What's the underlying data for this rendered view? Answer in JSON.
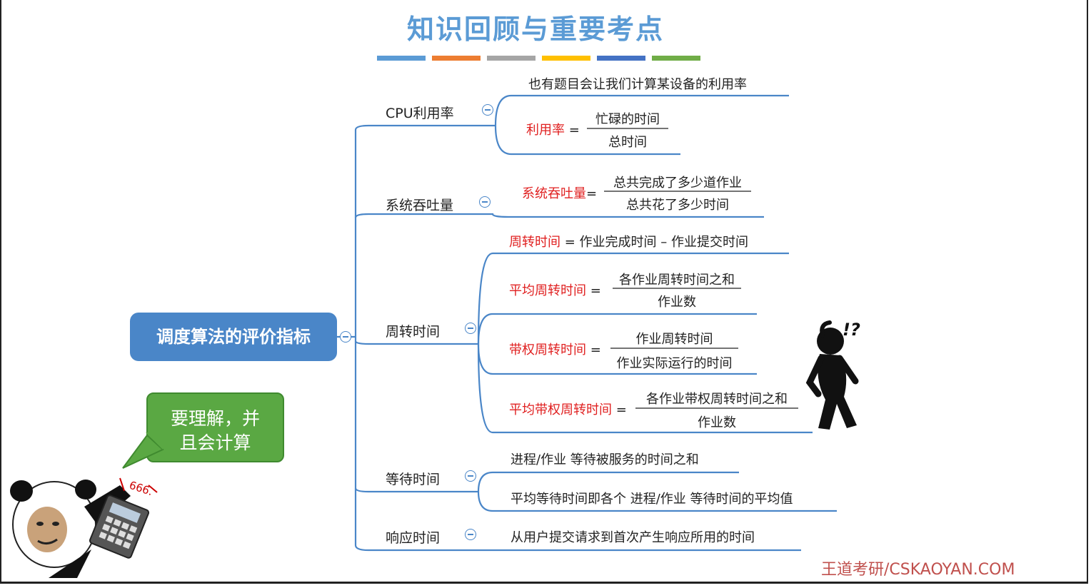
{
  "title": "知识回顾与重要考点",
  "title_bar_colors": [
    "#5b9bd5",
    "#ed7d31",
    "#a5a5a5",
    "#ffc000",
    "#4472c4",
    "#70ad47"
  ],
  "root": "调度算法的评价指标",
  "branches": {
    "cpu": {
      "label": "CPU利用率",
      "note": "也有题目会让我们计算某设备的利用率",
      "formula_label": "利用率",
      "formula_eq": " =",
      "numerator": "忙碌的时间",
      "denominator": "总时间"
    },
    "throughput": {
      "label": "系统吞吐量",
      "formula_label": "系统吞吐量",
      "formula_eq": "=",
      "numerator": "总共完成了多少道作业",
      "denominator": "总共花了多少时间"
    },
    "turnaround": {
      "label": "周转时间",
      "item1_label": "周转时间",
      "item1_rest": " = 作业完成时间 – 作业提交时间",
      "item2_label": "平均周转时间",
      "item2_eq": " =",
      "item2_num": "各作业周转时间之和",
      "item2_den": "作业数",
      "item3_label": "带权周转时间",
      "item3_eq": " =",
      "item3_num": "作业周转时间",
      "item3_den": "作业实际运行的时间",
      "item4_label": "平均带权周转时间",
      "item4_eq": " =",
      "item4_num": "各作业带权周转时间之和",
      "item4_den": "作业数"
    },
    "waiting": {
      "label": "等待时间",
      "item1": "进程/作业 等待被服务的时间之和",
      "item2": "平均等待时间即各个 进程/作业 等待时间的平均值"
    },
    "response": {
      "label": "响应时间",
      "item1": "从用户提交请求到首次产生响应所用的时间"
    }
  },
  "bubble": {
    "line1": "要理解，并",
    "line2": "且会计算"
  },
  "sticker_text": "666.",
  "confused_mark": "!?",
  "footer": "王道考研/CSKAOYAN.COM",
  "colors": {
    "connector": "#4a86c8",
    "accent_red": "#e02020",
    "root_bg": "#4a86c8",
    "bubble_bg": "#5aa843"
  }
}
